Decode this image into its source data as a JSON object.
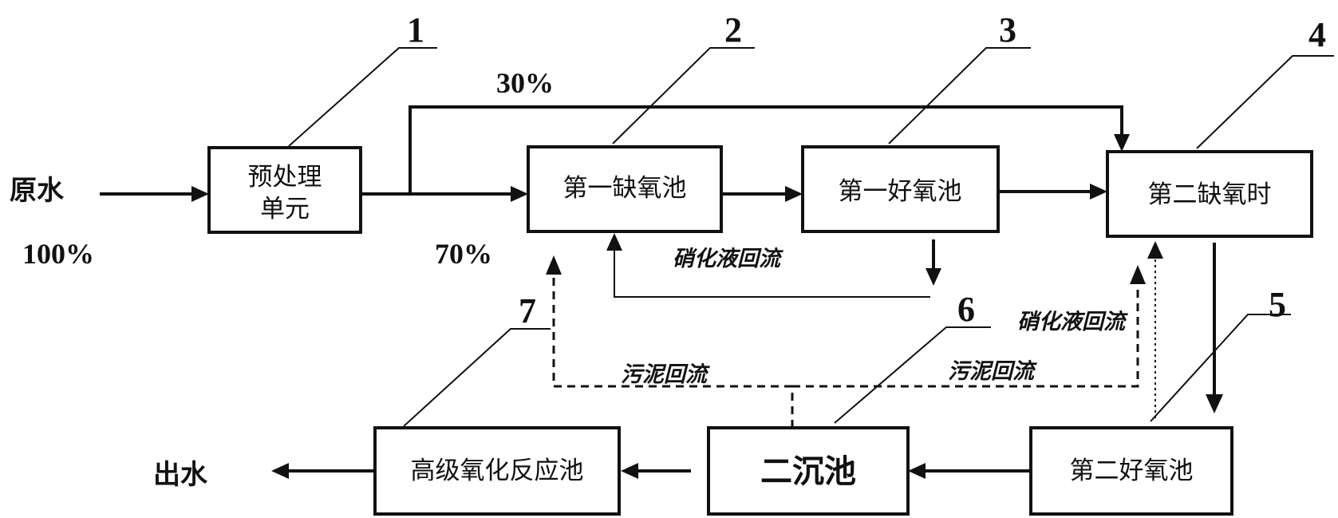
{
  "nodes": {
    "pretreatment_line1": "预处理",
    "pretreatment_line2": "单元",
    "anoxic1": "第一缺氧池",
    "aerobic1": "第一好氧池",
    "anoxic2": "第二缺氧时",
    "aerobic2": "第二好氧池",
    "clarifier": "二沉池",
    "oxidation": "高级氧化反应池"
  },
  "io": {
    "raw_water": "原水",
    "raw_pct": "100%",
    "effluent": "出水"
  },
  "split": {
    "bypass_pct": "30%",
    "main_pct": "70%"
  },
  "flows": {
    "nitrified_return_1": "硝化液回流",
    "nitrified_return_2": "硝化液回流",
    "sludge_return_1": "污泥回流",
    "sludge_return_2": "污泥回流"
  },
  "callouts": [
    "1",
    "2",
    "3",
    "4",
    "5",
    "6",
    "7"
  ]
}
